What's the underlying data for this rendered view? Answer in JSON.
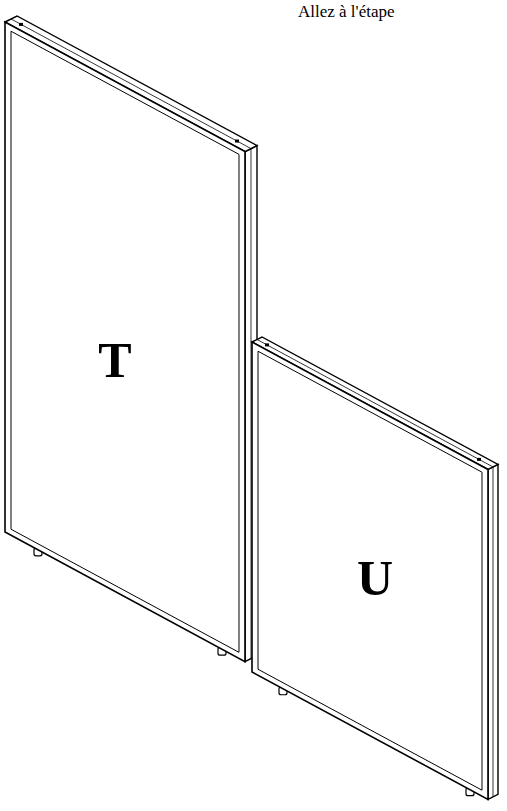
{
  "diagram": {
    "nodes": [
      {
        "text": [
          "T"
        ]
      },
      {
        "text": [
          "U"
        ]
      }
    ],
    "labels": [
      "Allez à l'étape"
    ]
  }
}
